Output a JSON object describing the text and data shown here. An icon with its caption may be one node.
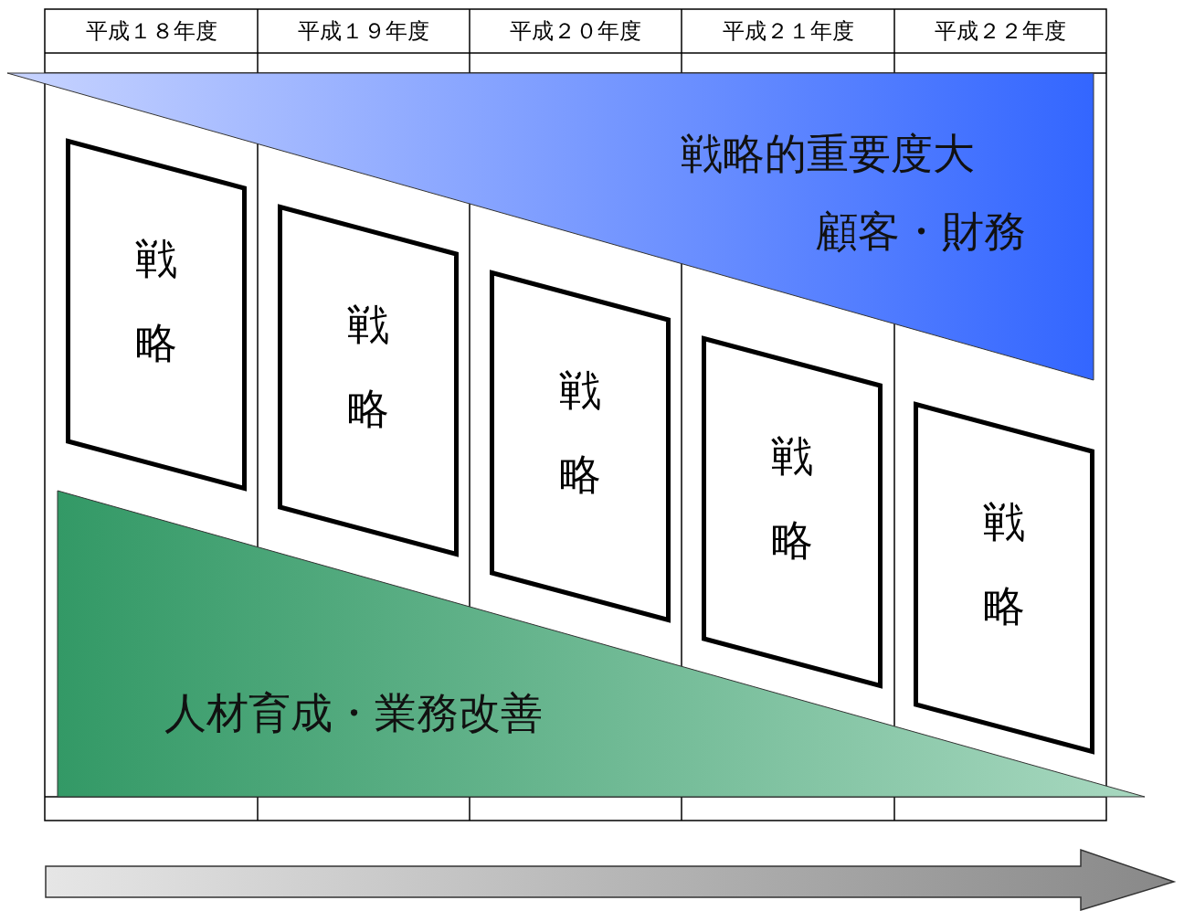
{
  "diagram": {
    "nodes": [
      {
        "text": [
          "戦略的重要度大",
          "顧客・財務"
        ]
      },
      {
        "text": [
          "戦略"
        ]
      },
      {
        "text": [
          "戦略"
        ]
      },
      {
        "text": [
          "戦略"
        ]
      },
      {
        "text": [
          "戦略"
        ]
      },
      {
        "text": [
          "戦略"
        ]
      },
      {
        "text": [
          "人材育成・業務改善"
        ]
      }
    ],
    "labels": [
      "平成１８年度",
      "平成１９年度",
      "平成２０年度",
      "平成２１年度",
      "平成２２年度"
    ]
  }
}
